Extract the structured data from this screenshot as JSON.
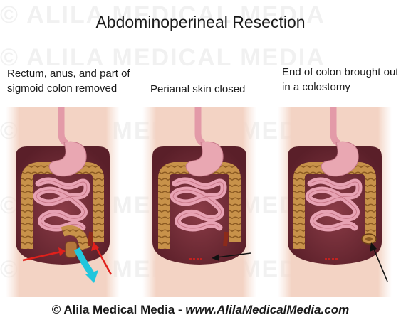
{
  "title": "Abdominoperineal Resection",
  "panels": [
    {
      "caption": "Rectum, anus, and part of sigmoid colon removed"
    },
    {
      "caption": "Perianal skin closed"
    },
    {
      "caption": "End of colon brought out in a colostomy"
    }
  ],
  "watermark": "© ALILA MEDICAL MEDIA",
  "footer": {
    "prefix": "© Alila Medical Media - ",
    "url": "www.AlilaMedicalMedia.com"
  },
  "colors": {
    "skin": "#f3d3c4",
    "cavity": "#6b2a34",
    "colon": "#c08a3e",
    "small_intestine": "#e7a2b3",
    "stomach": "#e9a7b2",
    "arrow_red": "#e0201b",
    "arrow_cyan": "#22c6dd",
    "arrow_black": "#111111"
  }
}
